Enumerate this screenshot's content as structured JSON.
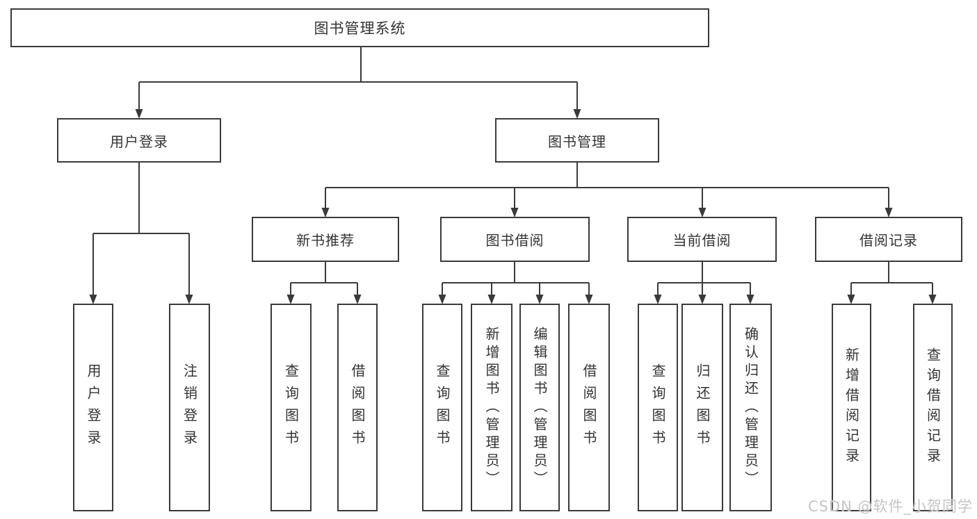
{
  "colors": {
    "line": "#3a3a3a",
    "border": "#3a3a3a",
    "text": "#333333",
    "box_background": "#ffffff",
    "watermark": "#c4c4c4",
    "page_background": "#ffffff"
  },
  "tree": {
    "label": "图书管理系统",
    "children": [
      {
        "label": "用户登录",
        "children": [
          {
            "label": "用户登录"
          },
          {
            "label": "注销登录"
          }
        ]
      },
      {
        "label": "图书管理",
        "children": [
          {
            "label": "新书推荐",
            "children": [
              {
                "label": "查询图书"
              },
              {
                "label": "借阅图书"
              }
            ]
          },
          {
            "label": "图书借阅",
            "children": [
              {
                "label": "查询图书"
              },
              {
                "label": "新增图书（管理员）"
              },
              {
                "label": "编辑图书（管理员）"
              },
              {
                "label": "借阅图书"
              }
            ]
          },
          {
            "label": "当前借阅",
            "children": [
              {
                "label": "查询图书"
              },
              {
                "label": "归还图书"
              },
              {
                "label": "确认归还（管理员）"
              }
            ]
          },
          {
            "label": "借阅记录",
            "children": [
              {
                "label": "新增借阅记录"
              },
              {
                "label": "查询借阅记录"
              }
            ]
          }
        ]
      }
    ]
  },
  "watermark": {
    "text": "CSDN @软件_小贺同学"
  }
}
